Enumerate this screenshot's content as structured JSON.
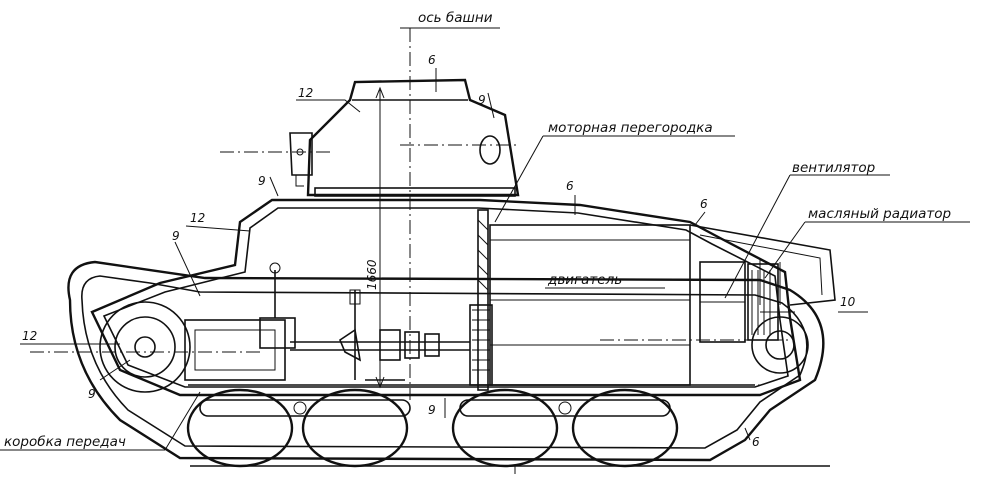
{
  "labels": {
    "turret_axis": "ось башни",
    "engine_bulkhead": "моторная перегородка",
    "fan": "вентилятор",
    "oil_radiator": "масляный радиатор",
    "engine": "двигатель",
    "gearbox": "коробка передач"
  },
  "dimensions": {
    "turret_top": "6",
    "turret_rear": "9",
    "turret_front": "12",
    "hull_top_front": "9",
    "glacis": "12",
    "front_lower": "9",
    "nose": "12",
    "nose_lower": "9",
    "engine_deck": "6",
    "rear_deck": "6",
    "rear_plate": "10",
    "belly": "9",
    "rear_belly": "6",
    "height": "1660"
  }
}
